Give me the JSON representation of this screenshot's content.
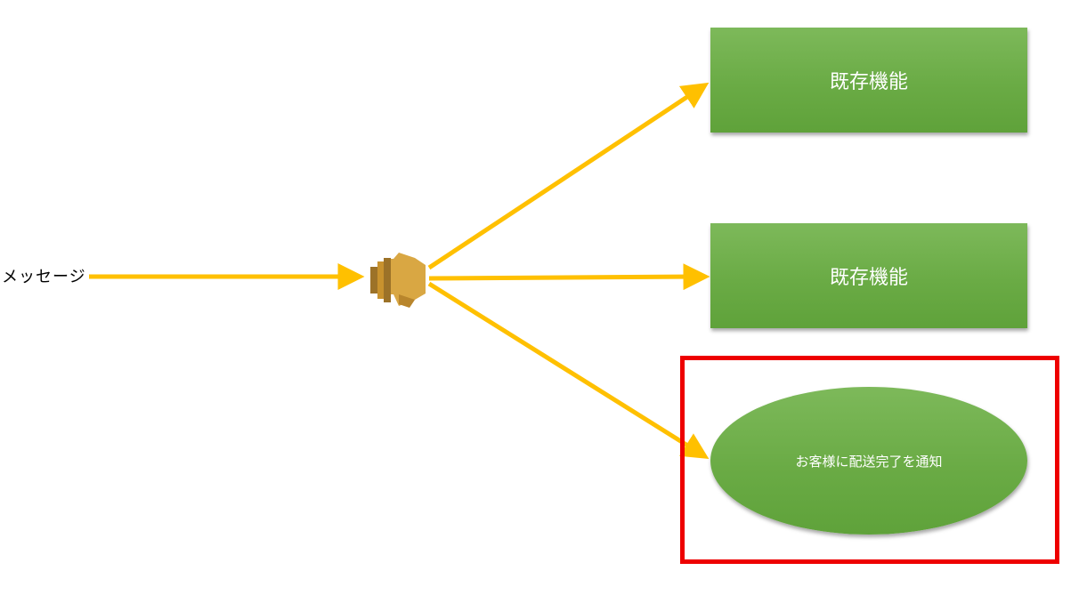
{
  "diagram": {
    "source_label": "メッセージ",
    "nodes": [
      {
        "id": "existing-1",
        "label": "既存機能",
        "shape": "rectangle"
      },
      {
        "id": "existing-2",
        "label": "既存機能",
        "shape": "rectangle"
      },
      {
        "id": "new-feature",
        "label": "お客様に配送完了を通知",
        "shape": "ellipse",
        "highlighted": true
      }
    ],
    "hub_icon": "sns-topic-megaphone-icon",
    "colors": {
      "arrow": "#ffc000",
      "node_fill": "#70ad47",
      "highlight_border": "#ee0000",
      "hub_fill": "#d9a743"
    }
  }
}
